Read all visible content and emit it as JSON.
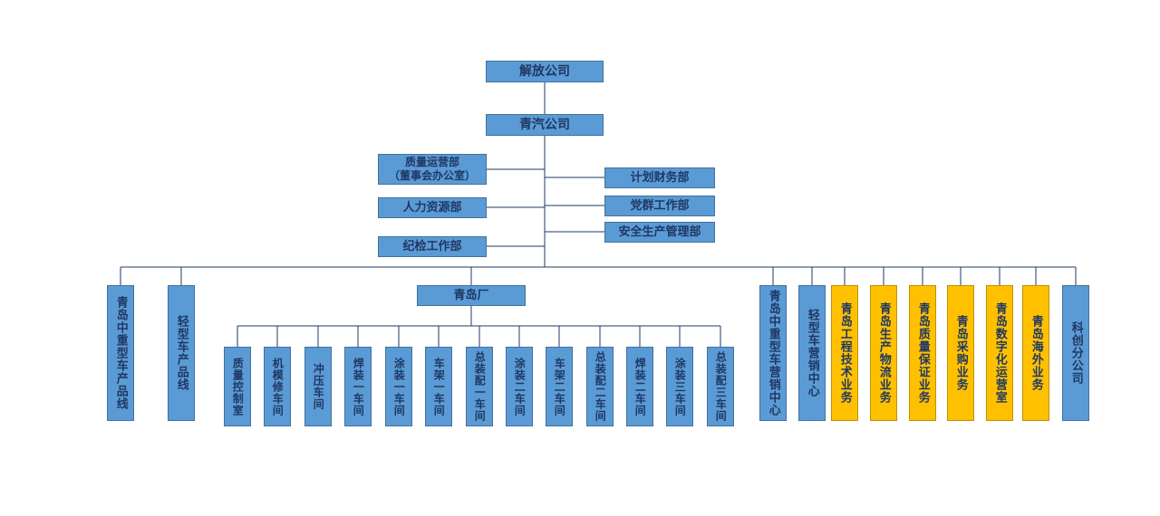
{
  "colors": {
    "blue": "#5B9BD5",
    "blue_border": "#41719C",
    "orange": "#FFC000",
    "orange_border": "#BF9000",
    "line": "#1F3864",
    "text": "#1F3864"
  },
  "nodes": {
    "root": "解放公司",
    "subsidiary": "青汽公司",
    "dept_quality_ops_line1": "质量运营部",
    "dept_quality_ops_line2": "（董事会办公室）",
    "dept_hr": "人力资源部",
    "dept_discipline": "纪检工作部",
    "dept_finance": "计划财务部",
    "dept_party": "党群工作部",
    "dept_safety": "安全生产管理部",
    "factory": "青岛厂"
  },
  "branches": [
    {
      "label": "青岛中重型车产品线",
      "color": "blue"
    },
    {
      "label": "轻型车产品线",
      "color": "blue"
    },
    {
      "label": "青岛中重型车营销中心",
      "color": "blue"
    },
    {
      "label": "轻型车营销中心",
      "color": "blue"
    },
    {
      "label": "青岛工程技术业务",
      "color": "orange"
    },
    {
      "label": "青岛生产物流业务",
      "color": "orange"
    },
    {
      "label": "青岛质量保证业务",
      "color": "orange"
    },
    {
      "label": "青岛采购业务",
      "color": "orange"
    },
    {
      "label": "青岛数字化运营室",
      "color": "orange"
    },
    {
      "label": "青岛海外业务",
      "color": "orange"
    },
    {
      "label": "科创分公司",
      "color": "blue"
    }
  ],
  "workshops": [
    "质量控制室",
    "机模修车间",
    "冲压车间",
    "焊装一车间",
    "涂装一车间",
    "车架一车间",
    "总装配一车间",
    "涂装二车间",
    "车架二车间",
    "总装配二车间",
    "焊装二车间",
    "涂装三车间",
    "总装配三车间"
  ]
}
